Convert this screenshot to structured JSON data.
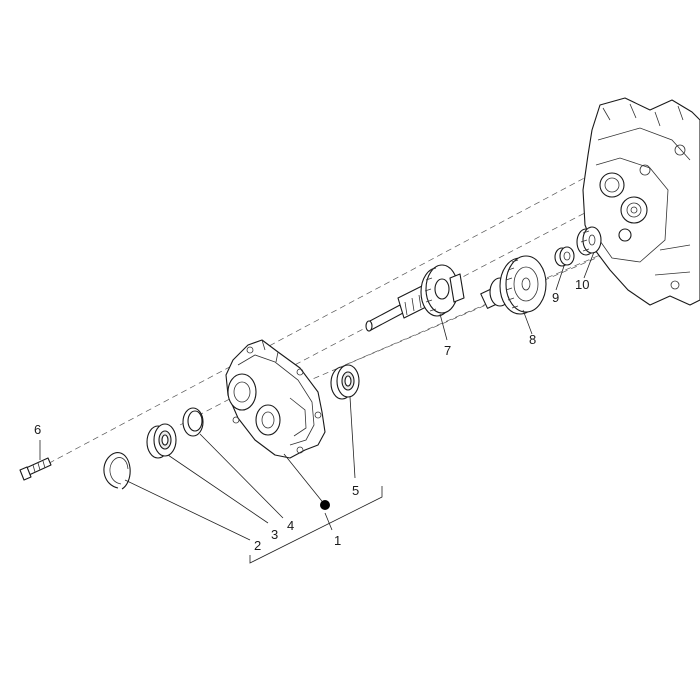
{
  "diagram": {
    "callouts": {
      "c1": "1",
      "c2": "2",
      "c3": "3",
      "c4": "4",
      "c5": "5",
      "c6": "6",
      "c7": "7",
      "c8": "8",
      "c9": "9",
      "c10": "10"
    },
    "marker_color": "#000000",
    "line_color": "#1a1a1a"
  }
}
